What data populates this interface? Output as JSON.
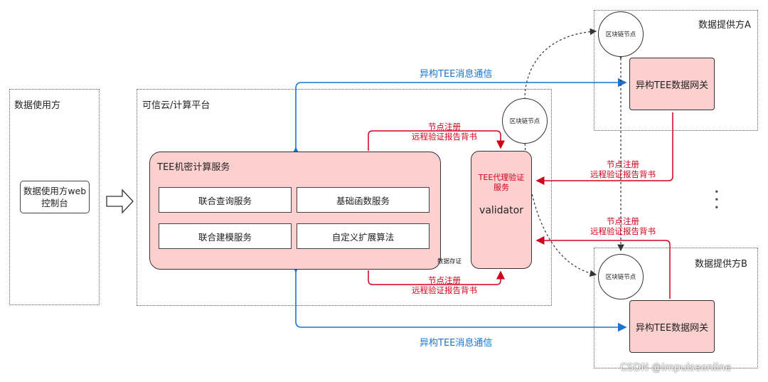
{
  "data_user": {
    "title": "数据使用方",
    "console": "数据使用方web\n控制台"
  },
  "platform": {
    "title": "可信云/计算平台",
    "tee_service": {
      "title": "TEE机密计算服务",
      "services": [
        "联合查询服务",
        "基础函数服务",
        "联合建模服务",
        "自定义扩展算法"
      ],
      "storage_label": "数据存证"
    },
    "proxy": {
      "title": "TEE代理验证\n服务",
      "name": "validator"
    },
    "blockchain_node": "区块链节点"
  },
  "provider_a": {
    "title": "数据提供方A",
    "blockchain_node": "区块链节点",
    "gateway": "异构TEE数据网关"
  },
  "provider_b": {
    "title": "数据提供方B",
    "blockchain_node": "区块链节点",
    "gateway": "异构TEE数据网关"
  },
  "edges": {
    "msg_top": "异构TEE消息通信",
    "msg_bottom": "异构TEE消息通信",
    "reg_top": "节点注册\n远程验证报告背书",
    "reg_bottom": "节点注册\n远程验证报告背书",
    "reg_a": "节点注册\n远程验证报告背书",
    "reg_b": "节点注册\n远程验证报告背书"
  },
  "ellipsis": "∙\n∙\n∙",
  "watermark": "CSDN @impulseonline",
  "colors": {
    "blue": "#1a75d2",
    "red": "#d0021b",
    "pink": "#fdd0d0"
  }
}
